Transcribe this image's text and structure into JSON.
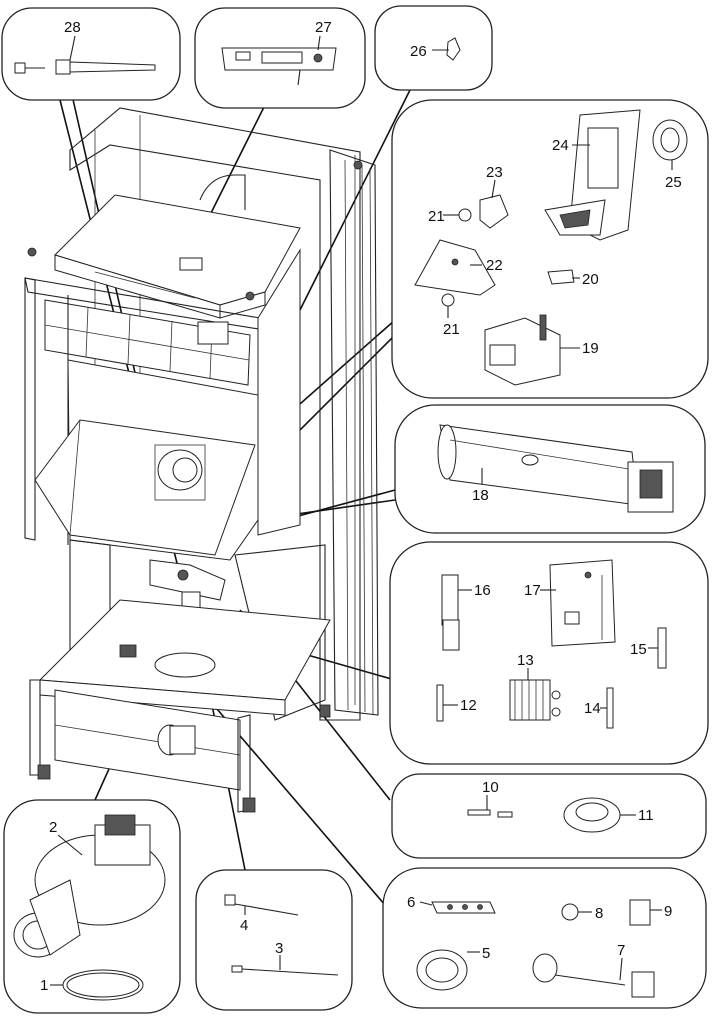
{
  "callouts": {
    "c1": "1",
    "c2": "2",
    "c3": "3",
    "c4": "4",
    "c5": "5",
    "c6": "6",
    "c7": "7",
    "c8": "8",
    "c9": "9",
    "c10": "10",
    "c11": "11",
    "c12": "12",
    "c13": "13",
    "c14": "14",
    "c15": "15",
    "c16": "16",
    "c17": "17",
    "c18": "18",
    "c19": "19",
    "c20": "20",
    "c21a": "21",
    "c21b": "21",
    "c22": "22",
    "c23": "23",
    "c24": "24",
    "c25": "25",
    "c26": "26",
    "c27": "27",
    "c28": "28"
  },
  "colors": {
    "line": "#222222",
    "background": "#ffffff"
  }
}
